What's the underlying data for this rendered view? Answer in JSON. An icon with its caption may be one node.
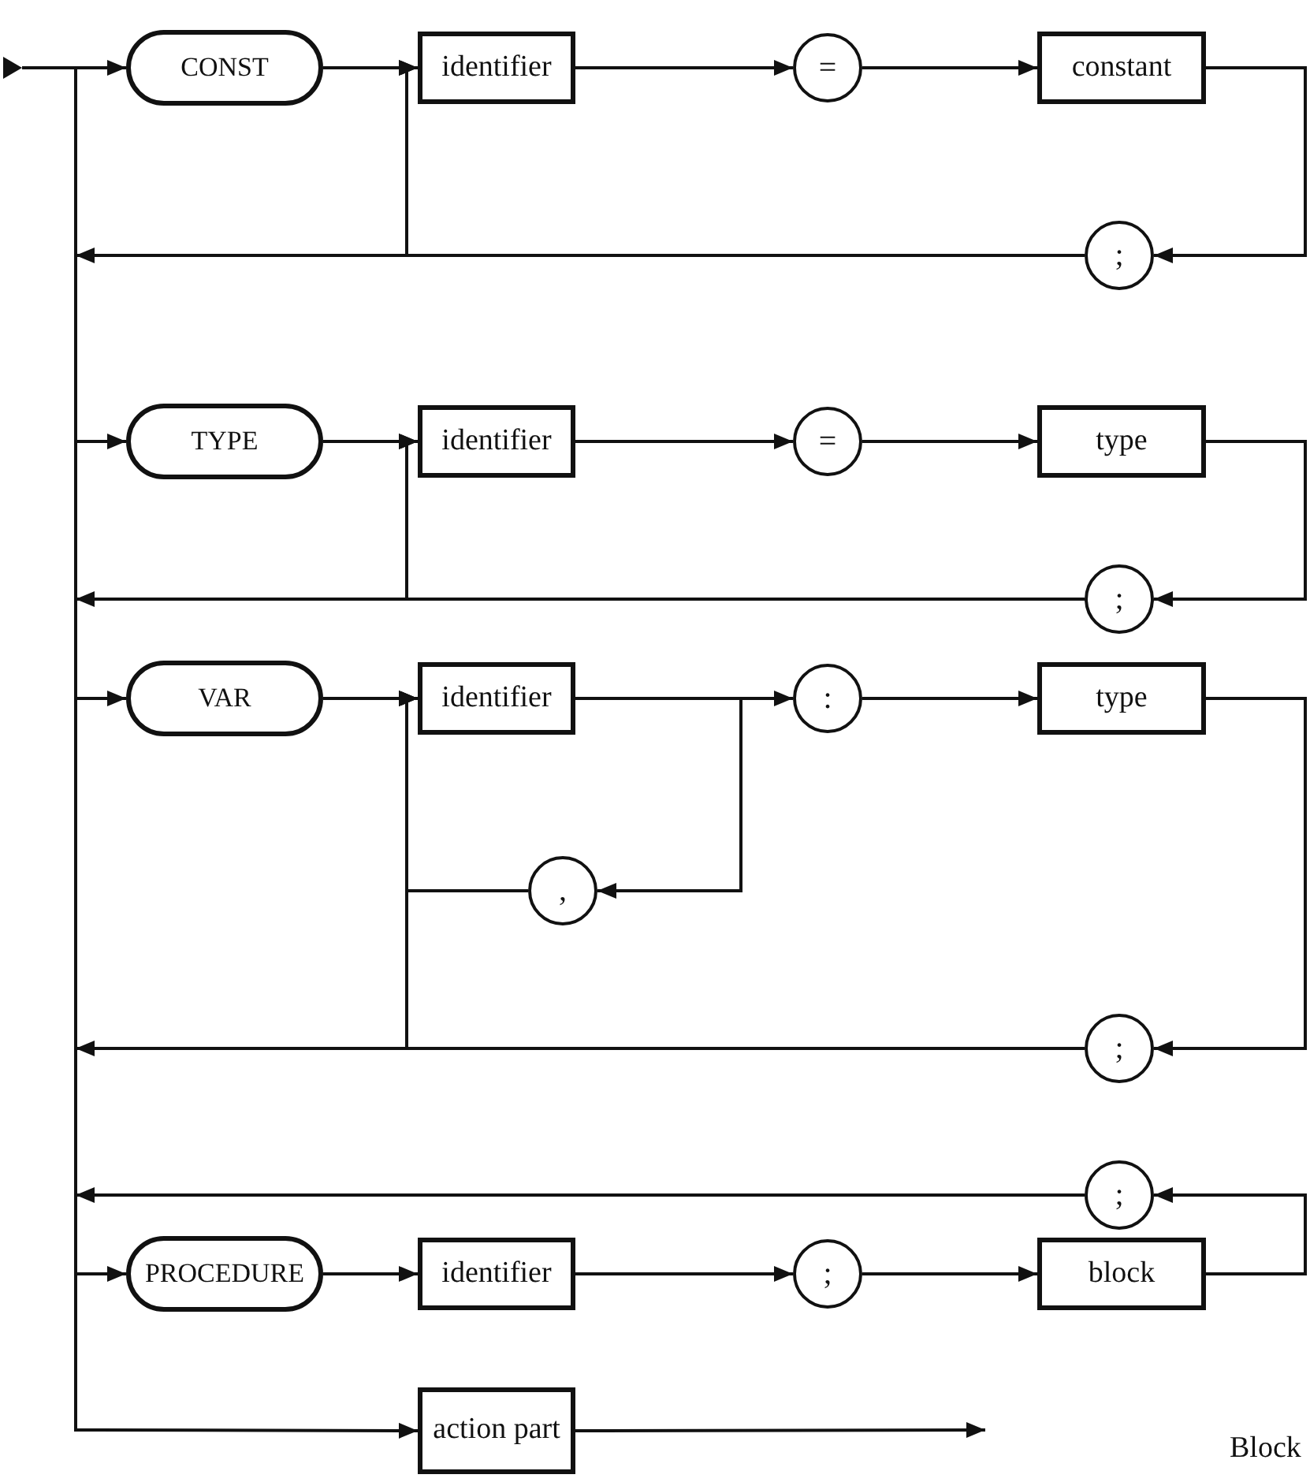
{
  "diagram": {
    "nodes": [
      {
        "text": [
          "CONST"
        ]
      },
      {
        "text": [
          "identifier"
        ]
      },
      {
        "text": [
          "="
        ]
      },
      {
        "text": [
          "constant"
        ]
      },
      {
        "text": [
          ";"
        ]
      },
      {
        "text": [
          "TYPE"
        ]
      },
      {
        "text": [
          "identifier"
        ]
      },
      {
        "text": [
          "="
        ]
      },
      {
        "text": [
          "type"
        ]
      },
      {
        "text": [
          ";"
        ]
      },
      {
        "text": [
          "VAR"
        ]
      },
      {
        "text": [
          "identifier"
        ]
      },
      {
        "text": [
          ":"
        ]
      },
      {
        "text": [
          "type"
        ]
      },
      {
        "text": [
          ","
        ]
      },
      {
        "text": [
          ";"
        ]
      },
      {
        "text": [
          ";"
        ]
      },
      {
        "text": [
          "PROCEDURE"
        ]
      },
      {
        "text": [
          "identifier"
        ]
      },
      {
        "text": [
          ";"
        ]
      },
      {
        "text": [
          "block"
        ]
      },
      {
        "text": [
          "action part"
        ]
      }
    ],
    "edges": [
      {
        "from": null,
        "to": 0,
        "arrow": "to"
      },
      {
        "from": 0,
        "to": 1,
        "arrow": "to"
      },
      {
        "from": 1,
        "to": 2,
        "arrow": "to"
      },
      {
        "from": 2,
        "to": 3,
        "arrow": "to"
      },
      {
        "from": 3,
        "to": 4,
        "arrow": "to"
      },
      {
        "from": 4,
        "to": 1,
        "arrow": "to"
      },
      {
        "from": 4,
        "to": null,
        "arrow": "to"
      },
      {
        "from": null,
        "to": 5,
        "arrow": "to"
      },
      {
        "from": 5,
        "to": 6,
        "arrow": "to"
      },
      {
        "from": 6,
        "to": 7,
        "arrow": "to"
      },
      {
        "from": 7,
        "to": 8,
        "arrow": "to"
      },
      {
        "from": 8,
        "to": 9,
        "arrow": "to"
      },
      {
        "from": 9,
        "to": 6,
        "arrow": "to"
      },
      {
        "from": 9,
        "to": null,
        "arrow": "to"
      },
      {
        "from": null,
        "to": 10,
        "arrow": "to"
      },
      {
        "from": 10,
        "to": 11,
        "arrow": "to"
      },
      {
        "from": 11,
        "to": 12,
        "arrow": "to"
      },
      {
        "from": 11,
        "to": 14,
        "arrow": "to"
      },
      {
        "from": 14,
        "to": 11,
        "arrow": "to"
      },
      {
        "from": 12,
        "to": 13,
        "arrow": "to"
      },
      {
        "from": 13,
        "to": 15,
        "arrow": "to"
      },
      {
        "from": 15,
        "to": 11,
        "arrow": "to"
      },
      {
        "from": 15,
        "to": null,
        "arrow": "to"
      },
      {
        "from": 20,
        "to": 16,
        "arrow": "to"
      },
      {
        "from": 16,
        "to": null,
        "arrow": "to"
      },
      {
        "from": null,
        "to": 17,
        "arrow": "to"
      },
      {
        "from": 17,
        "to": 18,
        "arrow": "to"
      },
      {
        "from": 18,
        "to": 19,
        "arrow": "to"
      },
      {
        "from": 19,
        "to": 20,
        "arrow": "to"
      },
      {
        "from": null,
        "to": 21,
        "arrow": "to"
      },
      {
        "from": 21,
        "to": null,
        "arrow": "to"
      }
    ],
    "labels": [
      "Block"
    ]
  }
}
